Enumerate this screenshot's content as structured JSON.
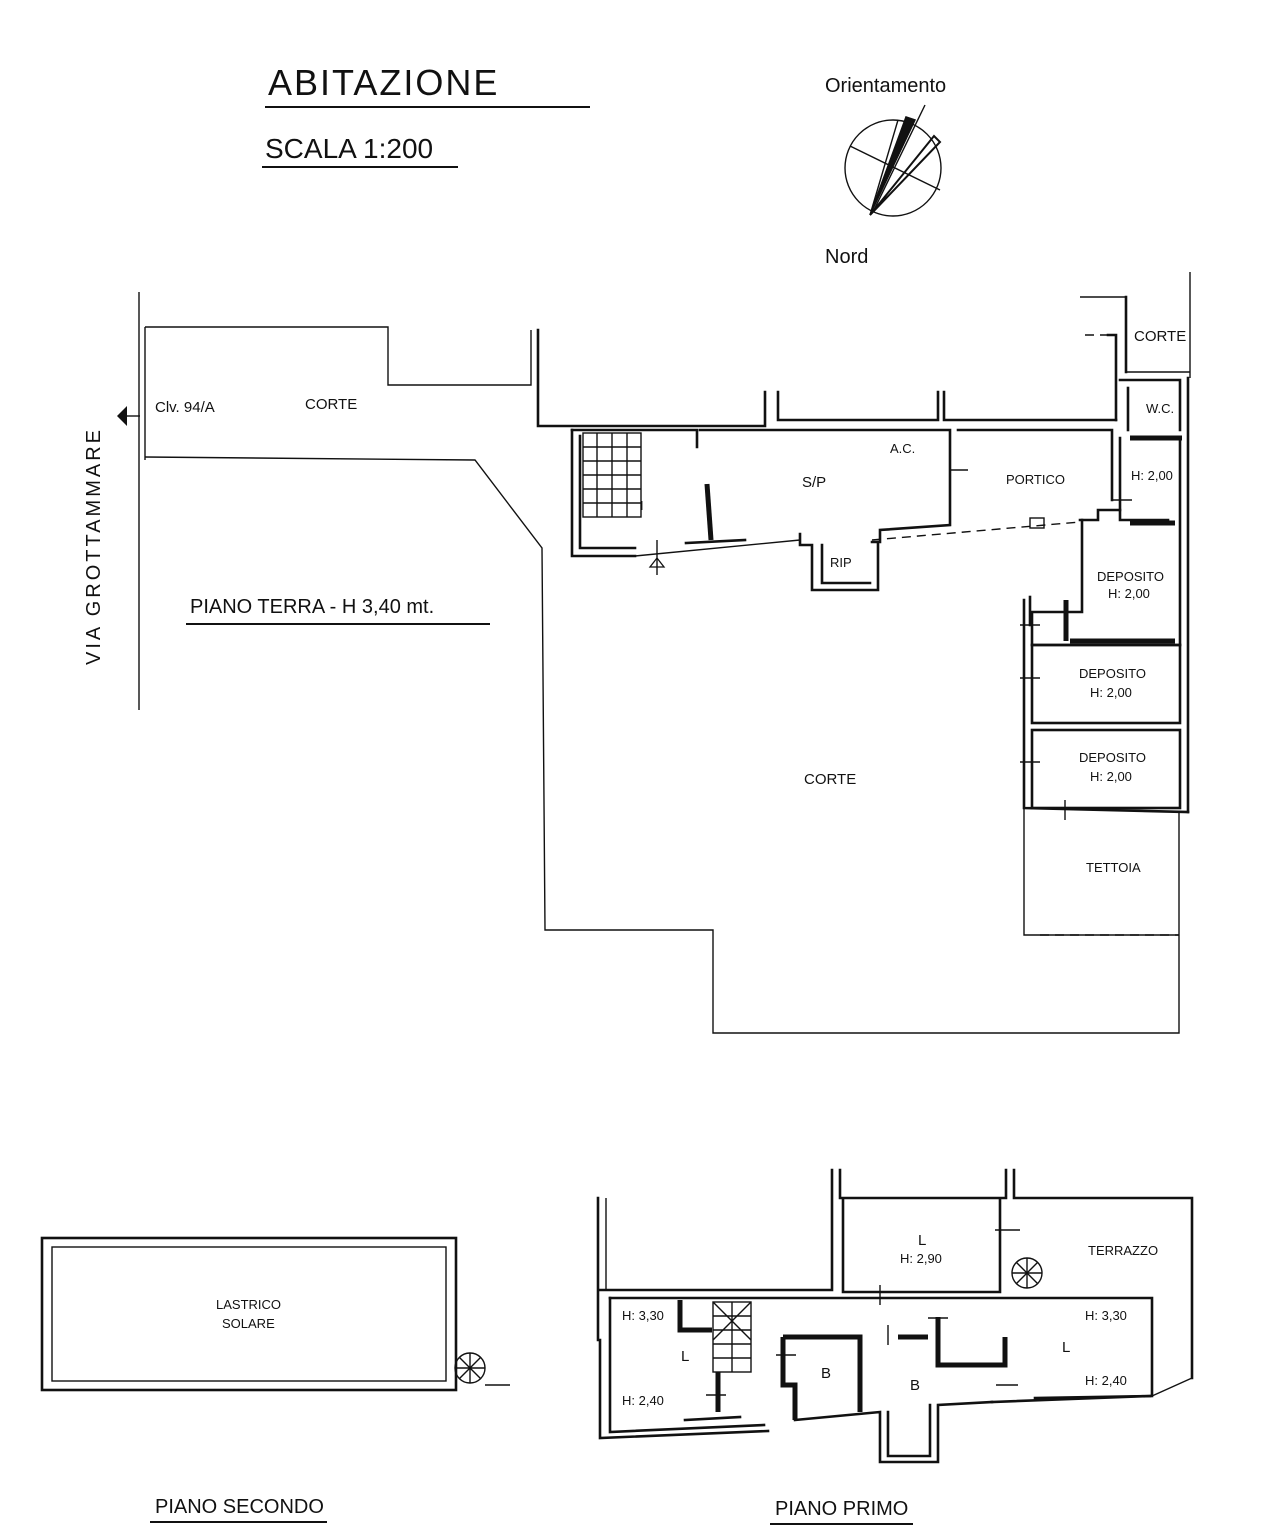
{
  "header": {
    "title": "ABITAZIONE",
    "scale": "SCALA 1:200"
  },
  "compass": {
    "caption_top": "Orientamento",
    "caption_bottom": "Nord"
  },
  "street": {
    "name": "VIA GROTTAMMARE",
    "civic": "Clv. 94/A"
  },
  "ground_floor": {
    "title": "PIANO TERRA - H 3,40 mt.",
    "rooms": {
      "corte_front": "CORTE",
      "corte_main": "CORTE",
      "corte_corner": "CORTE",
      "stair_mark": "I",
      "ac": "A.C.",
      "sp": "S/P",
      "rip": "RIP",
      "portico": "PORTICO",
      "wc": "W.C.",
      "wc_height": "H: 2,00",
      "deposito_1": "DEPOSITO",
      "deposito_1_height": "H: 2,00",
      "deposito_2": "DEPOSITO",
      "deposito_2_height": "H: 2,00",
      "deposito_3": "DEPOSITO",
      "deposito_3_height": "H: 2,00",
      "tettoia": "TETTOIA"
    }
  },
  "second_floor": {
    "title": "PIANO SECONDO",
    "room_line1": "LASTRICO",
    "room_line2": "SOLARE"
  },
  "first_floor": {
    "title": "PIANO PRIMO",
    "rooms": {
      "l_top": "L",
      "l_top_height": "H: 2,90",
      "terrazzo": "TERRAZZO",
      "h_left_top": "H: 3,30",
      "l_left": "L",
      "h_left_bottom": "H: 2,40",
      "b_left": "B",
      "b_center": "B",
      "h_right_top": "H: 3,30",
      "l_right": "L",
      "h_right_bottom": "H: 2,40"
    }
  }
}
